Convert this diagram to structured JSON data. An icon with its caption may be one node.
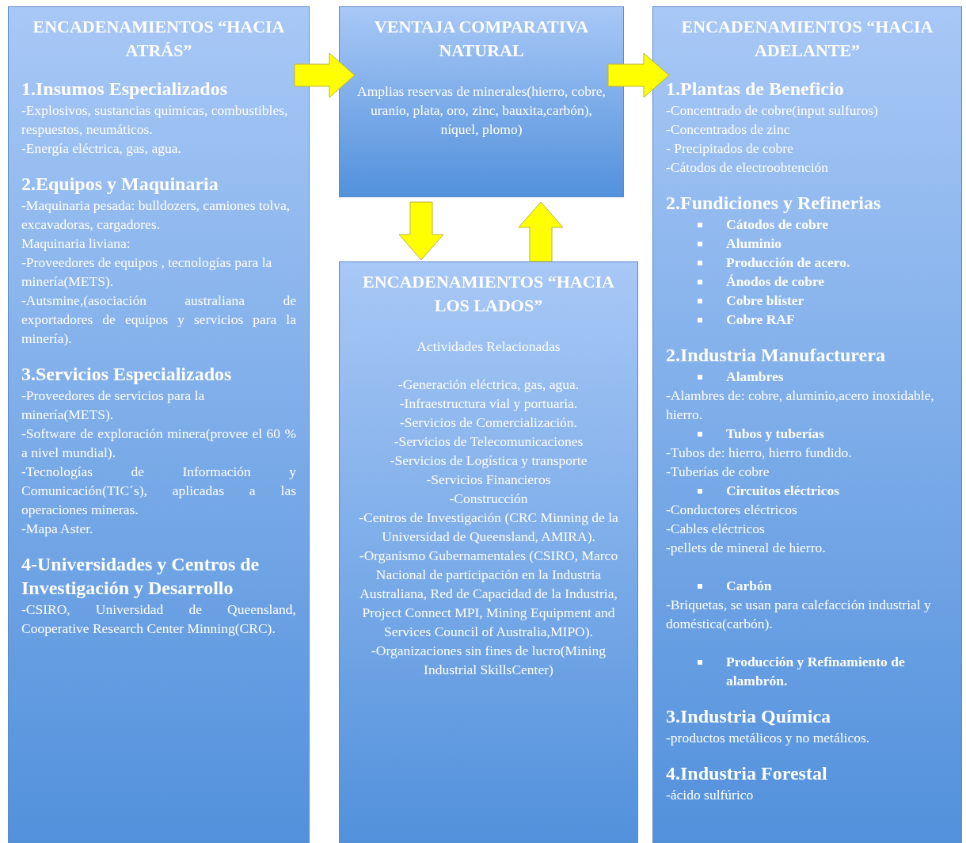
{
  "diagram": {
    "nodes": [
      {
        "text": [
          "ENCADENAMIENTOS “HACIA ATRÁS”",
          "1.Insumos Especializados",
          "-Explosivos, sustancias químicas, combustibles, respuestos, neumáticos.",
          "-Energía eléctrica, gas, agua.",
          "2.Equipos y Maquinaria",
          "-Maquinaria pesada: bulldozers, camiones tolva, excavadoras, cargadores.",
          "Maquinaria liviana:",
          "-Proveedores de equipos , tecnologías para la minería(METS).",
          "-Autsmine,(asociación australiana de exportadores de equipos y servicios para la minería).",
          "3.Servicios Especializados",
          "-Proveedores de servicios para la minería(METS).",
          "-Software de exploración minera(provee el 60 % a nivel mundial).",
          "-Tecnologías de Información y Comunicación(TIC´s), aplicadas a las operaciones mineras.",
          "-Mapa Aster.",
          "4-Universidades y Centros de Investigación y Desarrollo",
          "-CSIRO, Universidad de Queensland, Cooperative Research Center Minning(CRC)."
        ]
      },
      {
        "text": [
          "VENTAJA COMPARATIVA NATURAL",
          "Amplias reservas de minerales(hierro, cobre, uranio, plata, oro, zinc, bauxita,carbón), níquel, plomo)"
        ]
      },
      {
        "text": [
          "ENCADENAMIENTOS “HACIA ADELANTE”",
          "1.Plantas de Beneficio",
          "-Concentrado de cobre(input sulfuros)",
          "-Concentrados de zinc",
          "- Precipitados de cobre",
          "-Cátodos de electroobtención",
          "2.Fundiciones y Refinerias",
          "Cátodos de cobre",
          "Aluminio",
          "Producción de acero.",
          "Ánodos de cobre",
          "Cobre blíster",
          "Cobre RAF",
          "2.Industria Manufacturera",
          "Alambres",
          "-Alambres de: cobre, aluminio,acero inoxidable, hierro.",
          "Tubos y tuberías",
          "-Tubos de: hierro, hierro fundido.",
          "-Tuberías de cobre",
          "Circuitos eléctricos",
          "-Conductores eléctricos",
          "-Cables eléctricos",
          "-pellets de mineral de hierro.",
          "Carbón",
          "-Briquetas, se usan para calefacción industrial y doméstica(carbón).",
          "Producción y Refinamiento de alambrón.",
          "3.Industria Química",
          "-productos metálicos y no metálicos.",
          "4.Industria Forestal",
          "-ácido sulfúrico"
        ]
      },
      {
        "text": [
          "ENCADENAMIENTOS “HACIA LOS LADOS”",
          "Actividades Relacionadas",
          "-Generación eléctrica, gas, agua.",
          "-Infraestructura vial y portuaria.",
          "-Servicios de Comercialización.",
          "-Servicios de Telecomunicaciones",
          "-Servicios de Logística y transporte",
          "-Servicios Financieros",
          "-Construcción",
          "-Centros de Investigación (CRC Minning de la Universidad de Queensland, AMIRA).",
          "-Organismo Gubernamentales (CSIRO, Marco Nacional de participación en la Industria Australiana, Red de Capacidad de la Industria,  Project Connect MPI, Mining Equipment and Services Council of Australia,MIPO).",
          "-Organizaciones sin fines de lucro(Mining Industrial SkillsCenter)"
        ]
      }
    ],
    "edges": [
      {
        "from": 0,
        "to": 1,
        "arrow": "to"
      },
      {
        "from": 1,
        "to": 2,
        "arrow": "to"
      },
      {
        "from": 1,
        "to": 3,
        "arrow": "to"
      },
      {
        "from": 3,
        "to": 1,
        "arrow": "to"
      }
    ]
  }
}
